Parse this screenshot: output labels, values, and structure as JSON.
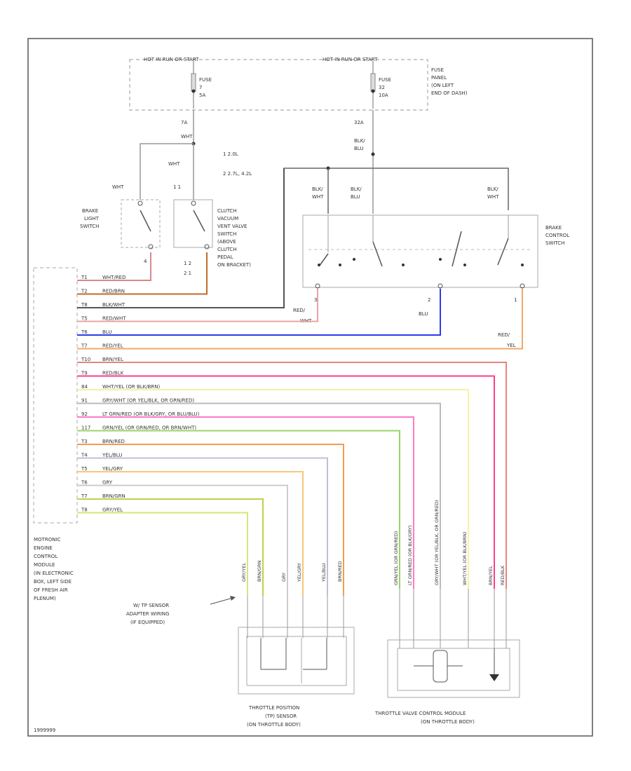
{
  "hot_left": "HOT IN RUN OR START",
  "hot_right": "HOT IN RUN OR START",
  "fuse_left": {
    "line1": "FUSE",
    "line2": "7",
    "line3": "5A",
    "amp": "7A"
  },
  "fuse_right": {
    "line1": "FUSE",
    "line2": "32",
    "line3": "10A",
    "amp": "32A"
  },
  "fuse_panel": [
    "FUSE",
    "PANEL",
    "(ON LEFT",
    "END OF DASH)"
  ],
  "wht_top": "WHT",
  "wht_mid": "WHT",
  "wht_left": "WHT",
  "blk_blu": [
    "BLK/",
    "BLU"
  ],
  "notes": [
    "1 2.0L",
    "2 2.7L, 4.2L"
  ],
  "clutch_pins": "1 1",
  "brake_light_switch": [
    "BRAKE",
    "LIGHT",
    "SWITCH"
  ],
  "clutch_switch": [
    "CLUTCH",
    "VACUUM",
    "VENT VALVE",
    "SWITCH",
    "(ABOVE",
    "CLUTCH",
    "PEDAL",
    "ON BRACKET)"
  ],
  "clutch_num": [
    "1 2",
    "2 1"
  ],
  "brake_light_pin": "4",
  "brake_control_wires": [
    [
      "BLK/",
      "WHT"
    ],
    [
      "BLK/",
      "BLU"
    ],
    [
      "BLK/",
      "WHT"
    ]
  ],
  "brake_control_switch": [
    "BRAKE",
    "CONTROL",
    "SWITCH"
  ],
  "brake_pins": [
    "3",
    "2",
    "1"
  ],
  "brake_out_colors": [
    [
      "RED/",
      "WHT"
    ],
    [
      "BLU"
    ],
    [
      "RED/",
      "YEL"
    ]
  ],
  "ecm_label": [
    "MOTRONIC",
    "ENGINE",
    "CONTROL",
    "MODULE",
    "(IN ELECTRONIC",
    "BOX, LEFT SIDE",
    "OF FRESH AIR",
    "PLENUM)"
  ],
  "adapter_label": [
    "W/ TP SENSOR",
    "ADAPTER WIRING",
    "(IF EQUIPPED)"
  ],
  "tp_sensor": [
    "THROTTLE POSITION",
    "(TP) SENSOR",
    "(ON THROTTLE BODY)"
  ],
  "tvcm": [
    "THROTTLE VALVE CONTROL MODULE",
    "(ON THROTTLE BODY)"
  ],
  "ecm_wires": [
    {
      "pin": "T1",
      "label": "WHT/RED",
      "color": "#d98888"
    },
    {
      "pin": "T2",
      "label": "RED/BRN",
      "color": "#c26b2c"
    },
    {
      "pin": "T8",
      "label": "BLK/WHT",
      "color": "#555555"
    },
    {
      "pin": "T5",
      "label": "RED/WHT",
      "color": "#e8a4a4"
    },
    {
      "pin": "T6",
      "label": "BLU",
      "color": "#2f39e8"
    },
    {
      "pin": "T7",
      "label": "RED/YEL",
      "color": "#f2a868"
    },
    {
      "pin": "T10",
      "label": "BRN/YEL",
      "color": "#e88383"
    },
    {
      "pin": "T9",
      "label": "RED/BLK",
      "color": "#ff3d8b"
    },
    {
      "pin": "84",
      "label": "WHT/YEL (OR BLK/BRN)",
      "color": "#f5f3a0"
    },
    {
      "pin": "91",
      "label": "GRY/WHT (OR YEL/BLK, OR GRN/RED)",
      "color": "#bbbbbb"
    },
    {
      "pin": "92",
      "label": "LT GRN/RED (OR BLK/GRY, OR BLU/BLU)",
      "color": "#ff79c6"
    },
    {
      "pin": "117",
      "label": "GRN/YEL (OR GRN/RED, OR BRN/WHT)",
      "color": "#9ad468"
    },
    {
      "pin": "T3",
      "label": "BRN/RED",
      "color": "#f59a4f"
    },
    {
      "pin": "T4",
      "label": "YEL/BLU",
      "color": "#bfbfd6"
    },
    {
      "pin": "T5",
      "label": "YEL/GRY",
      "color": "#f7c77a"
    },
    {
      "pin": "T6",
      "label": "GRY",
      "color": "#cccccc"
    },
    {
      "pin": "T7",
      "label": "BRN/GRN",
      "color": "#b8d44d"
    },
    {
      "pin": "T8",
      "label": "GRY/YEL",
      "color": "#d7e47a"
    }
  ],
  "tp_wire_labels": [
    "GRY/YEL",
    "BRN/GRN",
    "GRY",
    "YEL/GRY",
    "YEL/BLU",
    "BRN/RED"
  ],
  "tvcm_wire_labels": [
    "GRN/YEL (OR GRN/RED)",
    "LT GRN/RED (OR BLK/GRY)",
    "GRY/WHT (OR YEL/BLK, OR GRN/RED)",
    "WHT/YEL (OR BLK/BRN)",
    "BRN/YEL",
    "RED/BLK"
  ],
  "corner_code": "1999999",
  "colors": {
    "border": "#555555",
    "box": "#999999",
    "dashed": "#aaaaaa"
  }
}
